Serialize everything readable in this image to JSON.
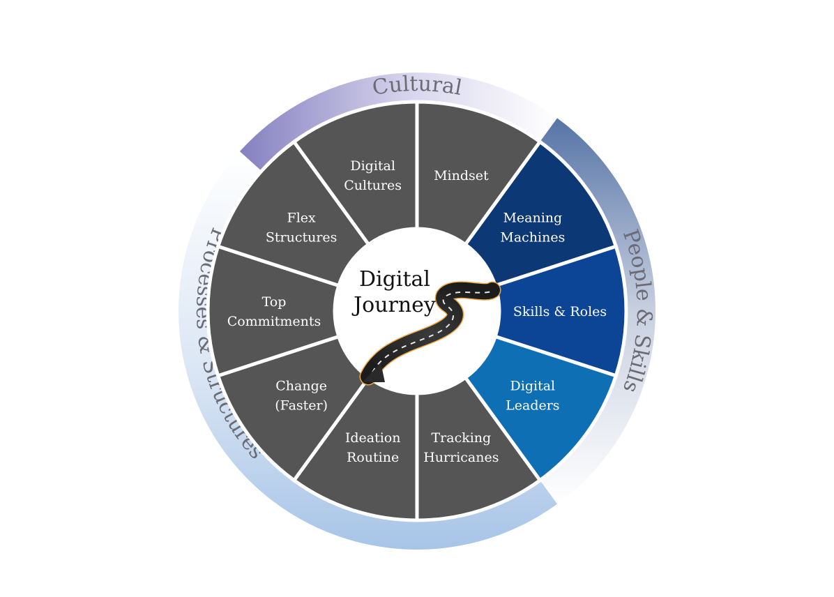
{
  "center": {
    "line1": "Digital",
    "line2": "Journey"
  },
  "rings": [
    {
      "id": "cultural",
      "label": "Cultural",
      "color": "#8a86c4"
    },
    {
      "id": "people",
      "label": "People & Skills",
      "color": "#5a78a8"
    },
    {
      "id": "processes",
      "label": "Processes & Structures",
      "color": "#a9c6e8"
    }
  ],
  "segments": [
    {
      "id": "mindset",
      "lines": [
        "Mindset"
      ],
      "color": "#555555"
    },
    {
      "id": "meaning-machines",
      "lines": [
        "Meaning",
        "Machines"
      ],
      "color": "#0c3876"
    },
    {
      "id": "skills-roles",
      "lines": [
        "Skills & Roles"
      ],
      "color": "#0d4596"
    },
    {
      "id": "digital-leaders",
      "lines": [
        "Digital",
        "Leaders"
      ],
      "color": "#0f6fb5"
    },
    {
      "id": "tracking-hurricanes",
      "lines": [
        "Tracking",
        "Hurricanes"
      ],
      "color": "#555555"
    },
    {
      "id": "ideation-routine",
      "lines": [
        "Ideation",
        "Routine"
      ],
      "color": "#555555"
    },
    {
      "id": "change-faster",
      "lines": [
        "Change",
        "(Faster)"
      ],
      "color": "#555555"
    },
    {
      "id": "top-commitments",
      "lines": [
        "Top",
        "Commitments"
      ],
      "color": "#555555"
    },
    {
      "id": "flex-structures",
      "lines": [
        "Flex",
        "Structures"
      ],
      "color": "#555555"
    },
    {
      "id": "digital-cultures",
      "lines": [
        "Digital",
        "Cultures"
      ],
      "color": "#555555"
    }
  ]
}
